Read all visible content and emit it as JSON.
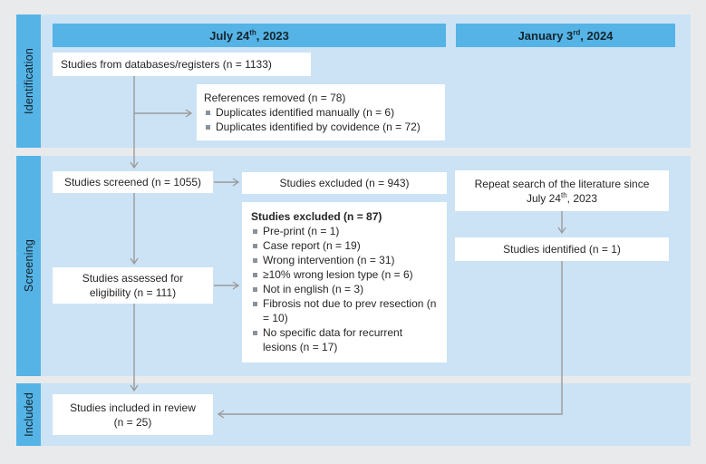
{
  "diagram_type": "PRISMA study selection flowchart",
  "sections": [
    {
      "label": "Identification"
    },
    {
      "label": "Screening"
    },
    {
      "label": "Included"
    }
  ],
  "headers": {
    "left": {
      "prefix": "July 24",
      "sup": "th",
      "suffix": ", 2023"
    },
    "right": {
      "prefix": "January 3",
      "sup": "rd",
      "suffix": ", 2024"
    }
  },
  "boxes": {
    "databases": "Studies from databases/registers (n = 1133)",
    "references_removed": {
      "title": "References removed (n = 78)",
      "items": [
        "Duplicates identified manually (n = 6)",
        "Duplicates identified by covidence (n = 72)"
      ]
    },
    "screened": "Studies screened (n = 1055)",
    "excluded": "Studies excluded (n = 943)",
    "excluded_detail": {
      "title": "Studies excluded (n = 87)",
      "items": [
        "Pre-print (n = 1)",
        "Case report (n = 19)",
        "Wrong intervention (n = 31)",
        "≥10% wrong lesion type (n = 6)",
        "Not in english (n = 3)",
        "Fibrosis not due to prev resection (n = 10)",
        "No specific data for recurrent lesions (n = 17)"
      ]
    },
    "eligibility": {
      "line1": "Studies assessed for",
      "line2": "eligibility (n = 111)"
    },
    "repeat_search": {
      "line1": "Repeat search of the literature since",
      "line2_prefix": "July 24",
      "line2_sup": "th",
      "line2_suffix": ", 2023"
    },
    "identified": "Studies identified (n = 1)",
    "included": {
      "line1": "Studies included in review",
      "line2": "(n = 25)"
    }
  },
  "colors": {
    "background": "#e9eaeb",
    "band_blue": "#cbe3f5",
    "accent_blue": "#55b3e5",
    "arrow_gray": "#9b9b9b",
    "bullet_gray": "#8a929a",
    "text": "#262626"
  }
}
